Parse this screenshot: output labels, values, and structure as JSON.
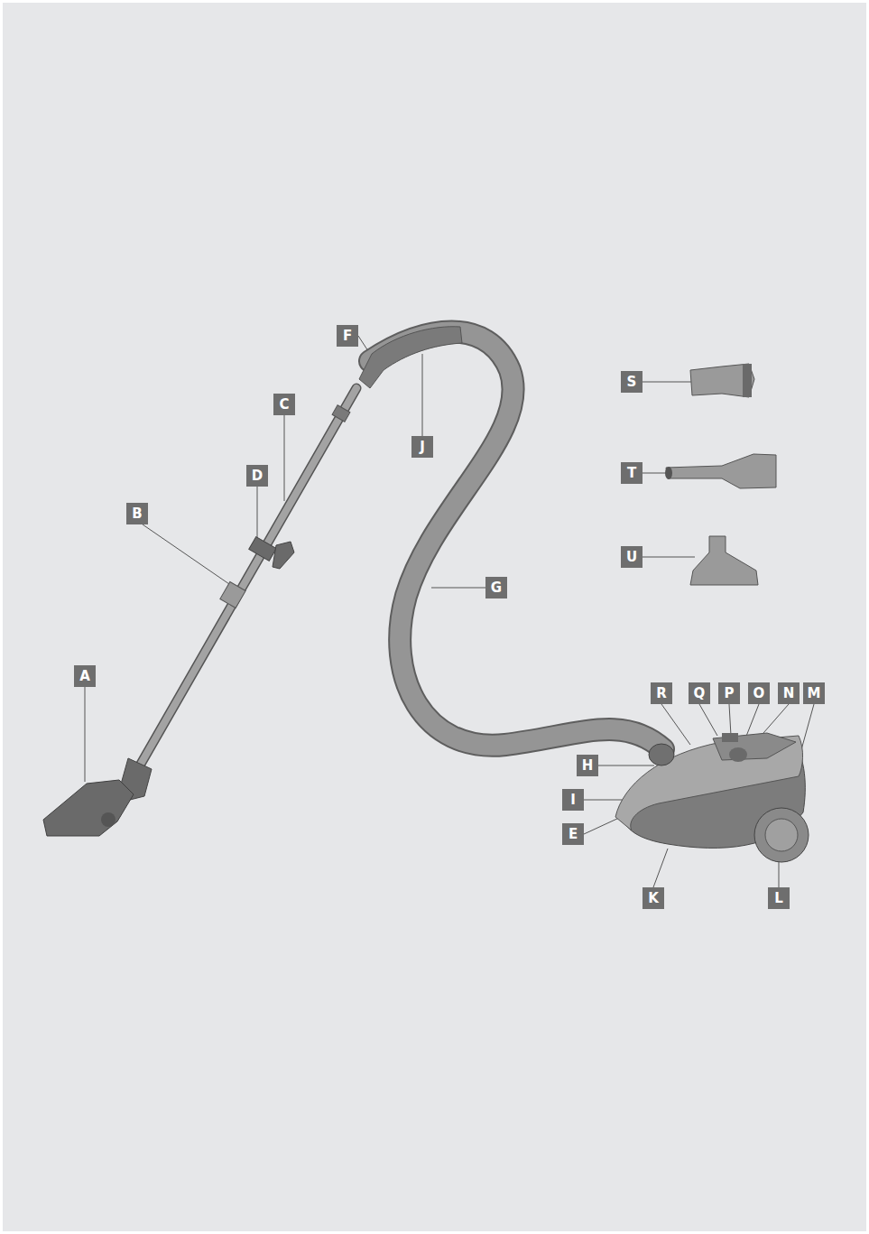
{
  "diagram": {
    "labels": [
      "F",
      "C",
      "J",
      "D",
      "B",
      "S",
      "T",
      "U",
      "G",
      "A",
      "R",
      "Q",
      "P",
      "O",
      "N",
      "M",
      "H",
      "I",
      "E",
      "K",
      "L"
    ]
  }
}
